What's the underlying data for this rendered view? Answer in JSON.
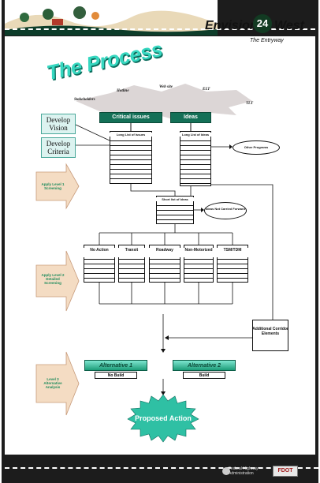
{
  "header": {
    "envision": "Envision",
    "route_number": "24",
    "west": "West",
    "subtitle": "The Entryway"
  },
  "title": "The Process",
  "inputs": [
    "Hotline",
    "Web site",
    "ELT",
    "Stakeholders",
    "TLT"
  ],
  "side_boxes": {
    "develop_vision": "Develop Vision",
    "develop_criteria": "Develop Criteria"
  },
  "heads": {
    "critical_issues": "Critical issues",
    "ideas": "Ideas"
  },
  "lists": {
    "long_list_issues": "Long List of Issues",
    "long_list_ideas": "Long List of Ideas",
    "short_list_ideas": "Short list of Ideas"
  },
  "ovals": {
    "other_programs": "Other Programs",
    "ideas_not_carried": "Ideas Not Carried Forward"
  },
  "arrows": {
    "level1": "Apply Level 1 Screening",
    "level2": "Apply Level 2 Detailed Screening",
    "level3": "Level 3 Alternative Analysis"
  },
  "options": [
    "No Action",
    "Transit",
    "Roadway",
    "Non-Motorized",
    "TSM/TDM"
  ],
  "additional": "Additional Corridor Elements",
  "alternatives": [
    {
      "name": "Alternative 1",
      "sub": "No Build"
    },
    {
      "name": "Alternative 2",
      "sub": "Build"
    }
  ],
  "proposed": "Proposed Action",
  "footer": {
    "fhwa": "Federal Highway Administration",
    "fdot": "FDOT"
  },
  "colors": {
    "frame": "#1c1c1c",
    "green_head": "#147057",
    "teal_box": "#dcf3f0",
    "arrow_fill": "#f4dcc3",
    "arrow_text": "#1a8a5a",
    "burst": "#2fc0a4"
  }
}
